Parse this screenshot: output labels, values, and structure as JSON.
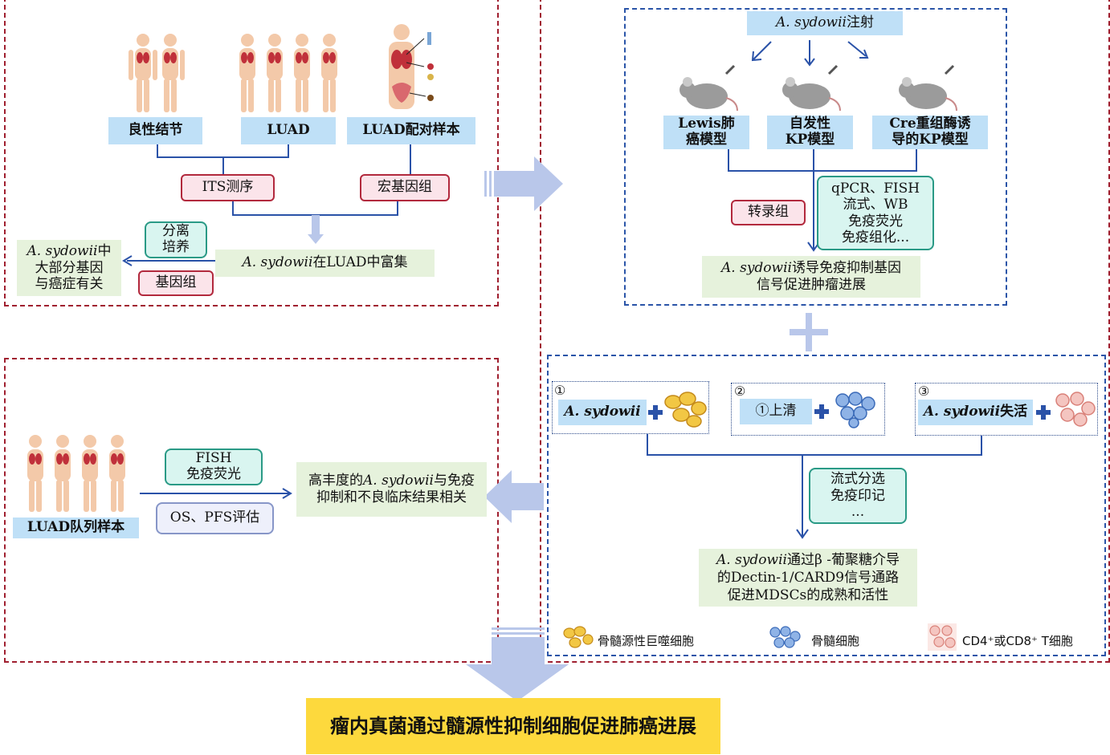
{
  "panel1": {
    "label_benign": "良性结节",
    "label_luad": "LUAD",
    "label_paired": "LUAD配对样本",
    "its": "ITS测序",
    "metagenome": "宏基因组",
    "isolation": "分离\n培养",
    "genome": "基因组",
    "enrich_species": "A. sydowii",
    "enrich_rest": "在LUAD中富集",
    "left_species": "A. sydowii",
    "left_rest": "中\n大部分基因\n与癌症有关"
  },
  "panel2": {
    "inject_species": "A. sydowii",
    "inject_rest": "注射",
    "model1": "Lewis肺\n癌模型",
    "model2": "自发性\nKP模型",
    "model3": "Cre重组酶诱\n导的KP模型",
    "transcriptome": "转录组",
    "methods": "qPCR、FISH\n流式、WB\n免疫荧光\n免疫组化...",
    "result_species": "A. sydowii",
    "result_rest": "诱导免疫抑制基因\n信号促进肿瘤进展"
  },
  "panel3": {
    "n1": "①",
    "n2": "②",
    "n3": "③",
    "item1": "A. sydowii",
    "item2": "①上清",
    "item3_species": "A. sydowii",
    "item3_rest": "失活",
    "methods": "流式分选\n免疫印记\n...",
    "result_species": "A. sydowii",
    "result_rest": "通过β -葡聚糖介导\n的Dectin-1/CARD9信号通路\n促进MDSCs的成熟和活性",
    "legend1": "骨髓源性巨噬细胞",
    "legend2": "骨髓细胞",
    "legend3": "CD4⁺或CD8⁺ T细胞"
  },
  "panel4": {
    "cohort": "LUAD队列样本",
    "fish": "FISH\n免疫荧光",
    "os": "OS、PFS评估",
    "result_pre": "高丰度的",
    "result_species": "A. sydowii",
    "result_rest": "与免疫抑制和不良临床结果相关"
  },
  "conclusion": "瘤内真菌通过髓源性抑制细胞促进肺癌进展"
}
